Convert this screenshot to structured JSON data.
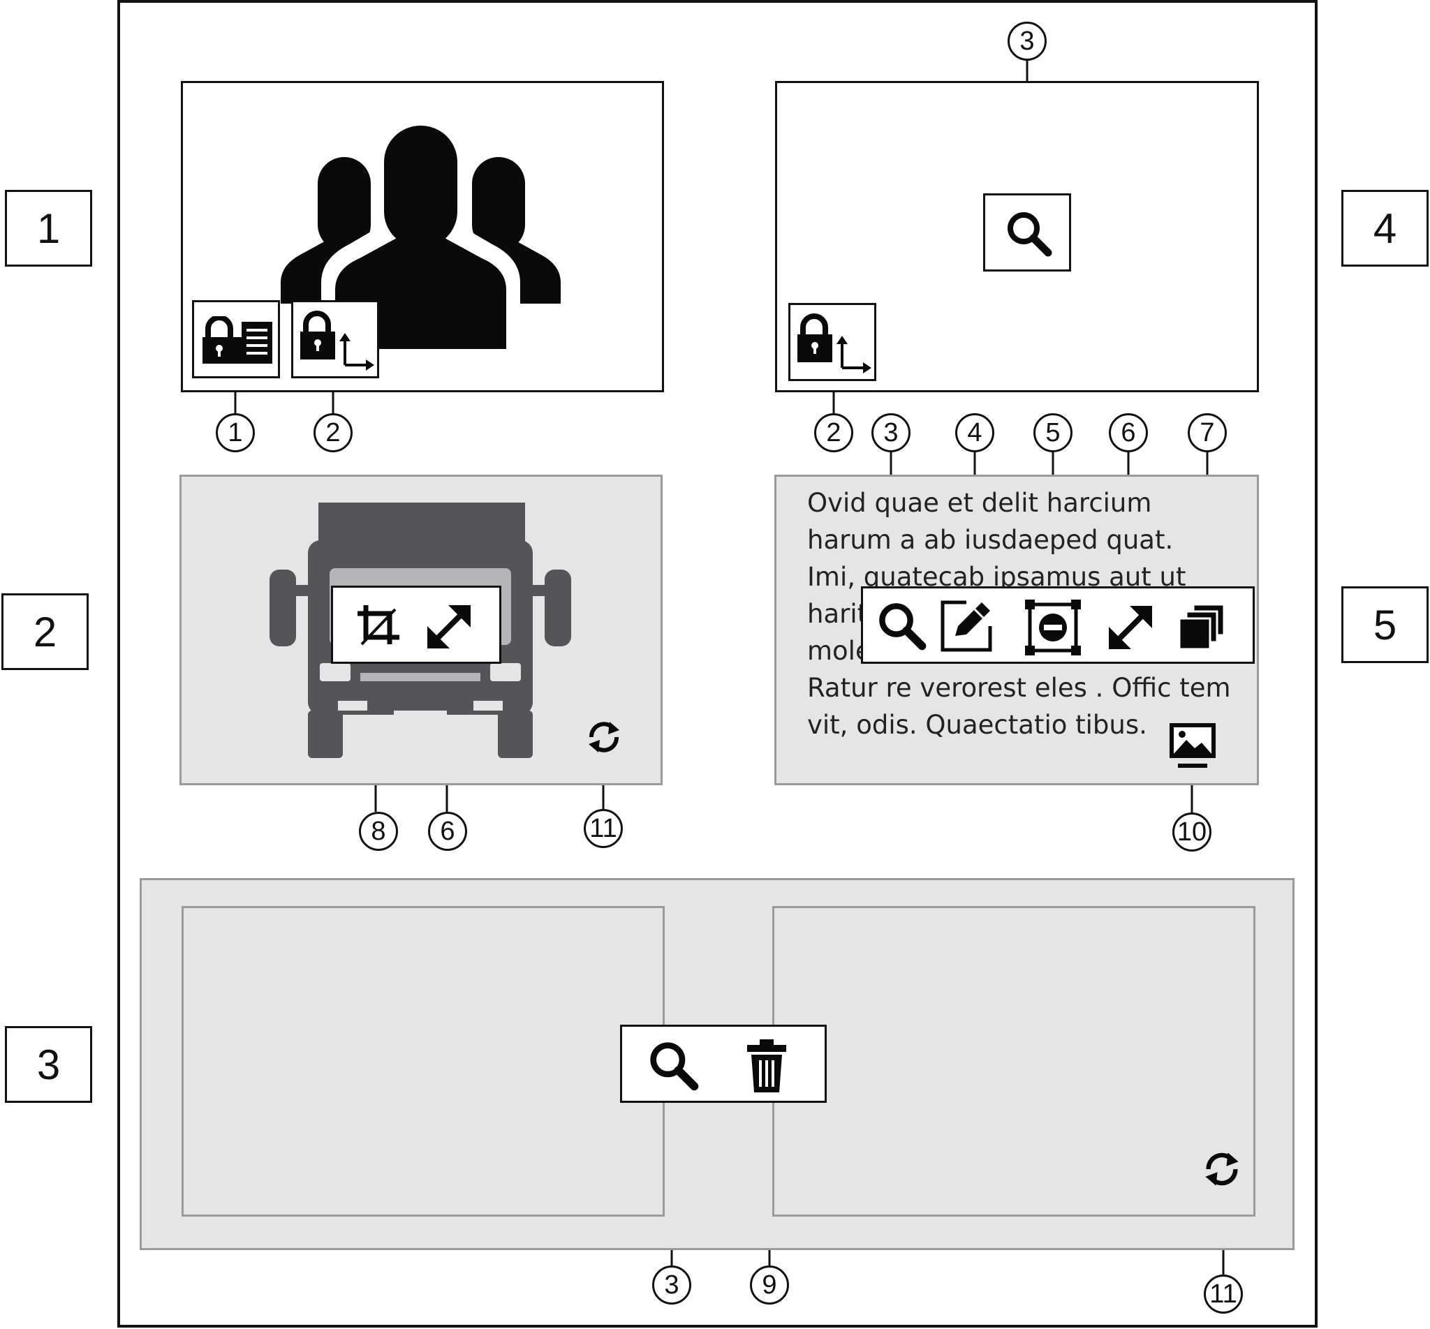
{
  "side_labels": [
    "1",
    "2",
    "3",
    "4",
    "5"
  ],
  "callouts": {
    "p1_lock_card": "1",
    "p1_lock_axis": "2",
    "p4_lock_axis": "2",
    "p4_search": "3",
    "p5_search": "3",
    "p5_edit": "4",
    "p5_remove": "5",
    "p5_expand": "6",
    "p5_layers": "7",
    "p5_image": "10",
    "p2_crop": "8",
    "p2_expand": "6",
    "p2_refresh": "11",
    "p3_search": "3",
    "p3_trash": "9",
    "p3_refresh": "11"
  },
  "panel5_text": [
    "Ovid quae et delit harcium",
    "harum a ab iusdaeped quat.",
    "Imi, quatecab ipsamus aut ut",
    "harit",
    "mole",
    "Ratur re verorest eles . Offic tem",
    "vit, odis. Quaectatio tibus."
  ],
  "icons": {
    "panel1": [
      "users-group-icon",
      "lock-card-icon",
      "lock-axis-icon"
    ],
    "panel4": [
      "search-icon",
      "lock-axis-icon"
    ],
    "panel2": [
      "truck-icon",
      "crop-icon",
      "expand-icon",
      "refresh-icon"
    ],
    "panel5": [
      "search-icon",
      "edit-icon",
      "remove-selection-icon",
      "expand-icon",
      "layers-icon",
      "image-icon"
    ],
    "panel3": [
      "search-icon",
      "trash-icon",
      "refresh-icon"
    ]
  },
  "colors": {
    "outline": "#111111",
    "panel_fill": "#e5e5e5",
    "panel_border": "#9a9a9a",
    "truck": "#545459",
    "truck_window": "#b5b5b8"
  }
}
